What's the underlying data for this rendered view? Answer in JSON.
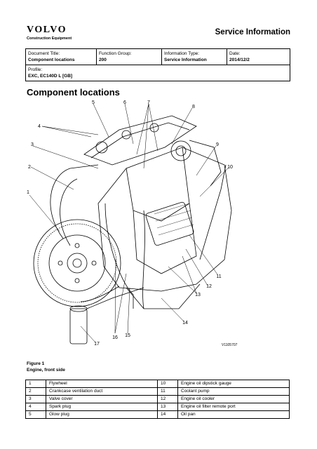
{
  "header": {
    "logo_text": "VOLVO",
    "logo_subtitle": "Construction Equipment",
    "document_type": "Service Information"
  },
  "meta": {
    "document_title_label": "Document Title:",
    "document_title_value": "Component locations",
    "function_group_label": "Function Group:",
    "function_group_value": "200",
    "information_type_label": "Information Type:",
    "information_type_value": "Service Information",
    "date_label": "Date:",
    "date_value": "2014/12/2",
    "profile_label": "Profile:",
    "profile_value": "EXC, EC140D L [GB]"
  },
  "page_title": "Component locations",
  "figure": {
    "image_id": "V1105707",
    "callouts": [
      "1",
      "2",
      "3",
      "4",
      "5",
      "6",
      "7",
      "8",
      "9",
      "10",
      "11",
      "12",
      "13",
      "14",
      "15",
      "16",
      "17"
    ],
    "caption_number": "Figure 1",
    "caption_text": "Engine, front side"
  },
  "legend": [
    {
      "n1": "1",
      "t1": "Flywheel",
      "n2": "10",
      "t2": "Engine oil dipstick gauge"
    },
    {
      "n1": "2",
      "t1": "Crankcase ventilation duct",
      "n2": "11",
      "t2": "Coolant pump"
    },
    {
      "n1": "3",
      "t1": "Valve cover",
      "n2": "12",
      "t2": "Engine oil cooler"
    },
    {
      "n1": "4",
      "t1": "Spark plug",
      "n2": "13",
      "t2": "Engine oil filter remote port"
    },
    {
      "n1": "5",
      "t1": "Glow plug",
      "n2": "14",
      "t2": "Oil pan"
    }
  ]
}
